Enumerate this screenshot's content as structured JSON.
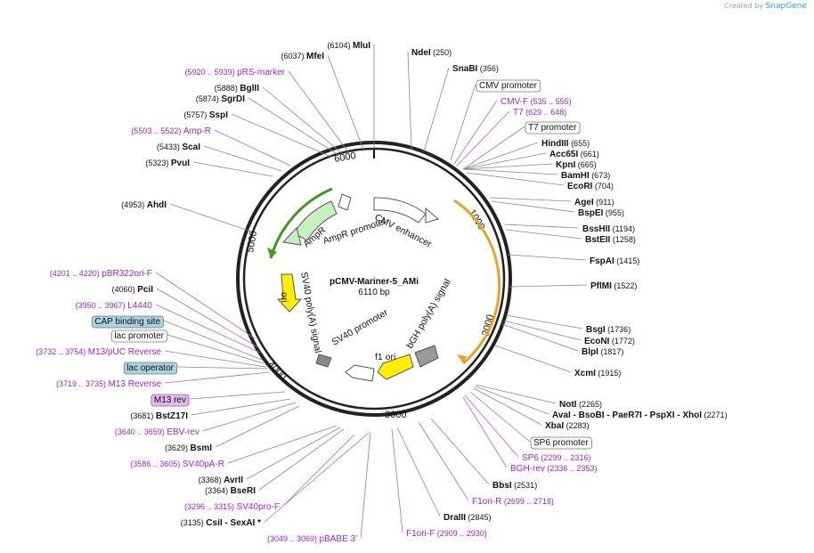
{
  "brand": {
    "created_by": "Created by",
    "app": "SnapGene"
  },
  "plasmid": {
    "name": "pCMV-Mariner-5_AMi",
    "size": "6110 bp"
  },
  "ticks": [
    "1000",
    "2000",
    "3000",
    "4000",
    "5000",
    "6000"
  ],
  "features": [
    {
      "name": "CMV enhancer",
      "kind": "arrow"
    },
    {
      "name": "CMV promoter",
      "kind": "arrow"
    },
    {
      "name": "AmpR",
      "kind": "arrow"
    },
    {
      "name": "AmpR promoter",
      "kind": "arrow"
    },
    {
      "name": "SV40 poly(A) signal",
      "kind": "arrow"
    },
    {
      "name": "ori",
      "kind": "arrow"
    },
    {
      "name": "SV40 promoter",
      "kind": "arrow"
    },
    {
      "name": "f1 ori",
      "kind": "arrow"
    },
    {
      "name": "bGH poly(A) signal",
      "kind": "arrow"
    }
  ],
  "labels": [
    {
      "pos": "(6104)",
      "name": "MluI",
      "type": "enzyme"
    },
    {
      "pos": "(6037)",
      "name": "MfeI",
      "type": "enzyme"
    },
    {
      "pos": "(5920 .. 5939)",
      "name": "pRS-marker",
      "type": "primer"
    },
    {
      "pos": "(5888)",
      "name": "BglII",
      "type": "enzyme"
    },
    {
      "pos": "(5874)",
      "name": "SgrDI",
      "type": "enzyme"
    },
    {
      "pos": "(5757)",
      "name": "SspI",
      "type": "enzyme"
    },
    {
      "pos": "(5503 .. 5522)",
      "name": "Amp-R",
      "type": "primer"
    },
    {
      "pos": "(5433)",
      "name": "ScaI",
      "type": "enzyme"
    },
    {
      "pos": "(5323)",
      "name": "PvuI",
      "type": "enzyme"
    },
    {
      "pos": "(4953)",
      "name": "AhdI",
      "type": "enzyme"
    },
    {
      "pos": "(4201 .. 4220)",
      "name": "pBR322ori-F",
      "type": "primer"
    },
    {
      "pos": "(4060)",
      "name": "PciI",
      "type": "enzyme"
    },
    {
      "pos": "(3950 .. 3967)",
      "name": "L4440",
      "type": "primer"
    },
    {
      "pos": "",
      "name": "CAP binding site",
      "type": "boxblue"
    },
    {
      "pos": "",
      "name": "lac promoter",
      "type": "box"
    },
    {
      "pos": "(3732 .. 3754)",
      "name": "M13/pUC Reverse",
      "type": "primer"
    },
    {
      "pos": "",
      "name": "lac operator",
      "type": "boxblue"
    },
    {
      "pos": "(3719 .. 3735)",
      "name": "M13 Reverse",
      "type": "primer"
    },
    {
      "pos": "",
      "name": "M13 rev",
      "type": "boxpurple"
    },
    {
      "pos": "(3681)",
      "name": "BstZ17I",
      "type": "enzyme"
    },
    {
      "pos": "(3640 .. 3659)",
      "name": "EBV-rev",
      "type": "primer"
    },
    {
      "pos": "(3629)",
      "name": "BsmI",
      "type": "enzyme"
    },
    {
      "pos": "(3586 .. 3605)",
      "name": "SV40pA-R",
      "type": "primer"
    },
    {
      "pos": "(3368)",
      "name": "AvrII",
      "type": "enzyme"
    },
    {
      "pos": "(3364)",
      "name": "BseRI",
      "type": "enzyme"
    },
    {
      "pos": "(3296 .. 3315)",
      "name": "SV40pro-F",
      "type": "primer"
    },
    {
      "pos": "(3135)",
      "name": "CsiI",
      "type": "enzyme",
      "extra": [
        "- SexAI *"
      ]
    },
    {
      "pos": "(3049 .. 3069)",
      "name": "pBABE 3'",
      "type": "primer"
    },
    {
      "pos": "(250)",
      "name": "NdeI",
      "type": "enzyme"
    },
    {
      "pos": "(356)",
      "name": "SnaBI",
      "type": "enzyme"
    },
    {
      "pos": "",
      "name": "CMV promoter",
      "type": "box"
    },
    {
      "pos": "(535 .. 555)",
      "name": "CMV-F",
      "type": "primer"
    },
    {
      "pos": "(629 .. 648)",
      "name": "T7",
      "type": "primer"
    },
    {
      "pos": "",
      "name": "T7 promoter",
      "type": "box"
    },
    {
      "pos": "(655)",
      "name": "HindIII",
      "type": "enzyme"
    },
    {
      "pos": "(661)",
      "name": "Acc65I",
      "type": "enzyme"
    },
    {
      "pos": "(665)",
      "name": "KpnI",
      "type": "enzyme"
    },
    {
      "pos": "(673)",
      "name": "BamHI",
      "type": "enzyme"
    },
    {
      "pos": "(704)",
      "name": "EcoRI",
      "type": "enzyme"
    },
    {
      "pos": "(911)",
      "name": "AgeI",
      "type": "enzyme"
    },
    {
      "pos": "(955)",
      "name": "BspEI",
      "type": "enzyme"
    },
    {
      "pos": "(1194)",
      "name": "BssHII",
      "type": "enzyme"
    },
    {
      "pos": "(1258)",
      "name": "BstEII",
      "type": "enzyme"
    },
    {
      "pos": "(1415)",
      "name": "FspAI",
      "type": "enzyme"
    },
    {
      "pos": "(1522)",
      "name": "PflMI",
      "type": "enzyme"
    },
    {
      "pos": "(1736)",
      "name": "BsgI",
      "type": "enzyme"
    },
    {
      "pos": "(1772)",
      "name": "EcoNI",
      "type": "enzyme"
    },
    {
      "pos": "(1817)",
      "name": "BlpI",
      "type": "enzyme"
    },
    {
      "pos": "(1915)",
      "name": "XcmI",
      "type": "enzyme"
    },
    {
      "pos": "(2265)",
      "name": "NotI",
      "type": "enzyme"
    },
    {
      "pos": "(2271)",
      "name": "AvaI",
      "type": "enzyme",
      "extra": [
        "- BsoBI",
        "- PaeR7I",
        "- PspXI",
        "- XhoI"
      ]
    },
    {
      "pos": "(2283)",
      "name": "XbaI",
      "type": "enzyme"
    },
    {
      "pos": "",
      "name": "SP6 promoter",
      "type": "box"
    },
    {
      "pos": "(2299 .. 2316)",
      "name": "SP6",
      "type": "primer"
    },
    {
      "pos": "(2336 .. 2353)",
      "name": "BGH-rev",
      "type": "primer"
    },
    {
      "pos": "(2531)",
      "name": "BbsI",
      "type": "enzyme"
    },
    {
      "pos": "(2699 .. 2718)",
      "name": "F1ori-R",
      "type": "primer"
    },
    {
      "pos": "(2845)",
      "name": "DraIII",
      "type": "enzyme"
    },
    {
      "pos": "(2909 .. 2930)",
      "name": "F1ori-F",
      "type": "primer"
    }
  ],
  "colors": {
    "enzyme": "#000000",
    "primer": "#9b27c4",
    "pos": "#000000",
    "ring": "#222222",
    "ampr": "#c7f0c0",
    "ori": "#ffee00",
    "f1ori": "#ffee00",
    "orange": "#e8a32a",
    "green": "#3f9a1a",
    "box_blue": "#a9d3e0",
    "box_purple": "#e2b8f0"
  }
}
